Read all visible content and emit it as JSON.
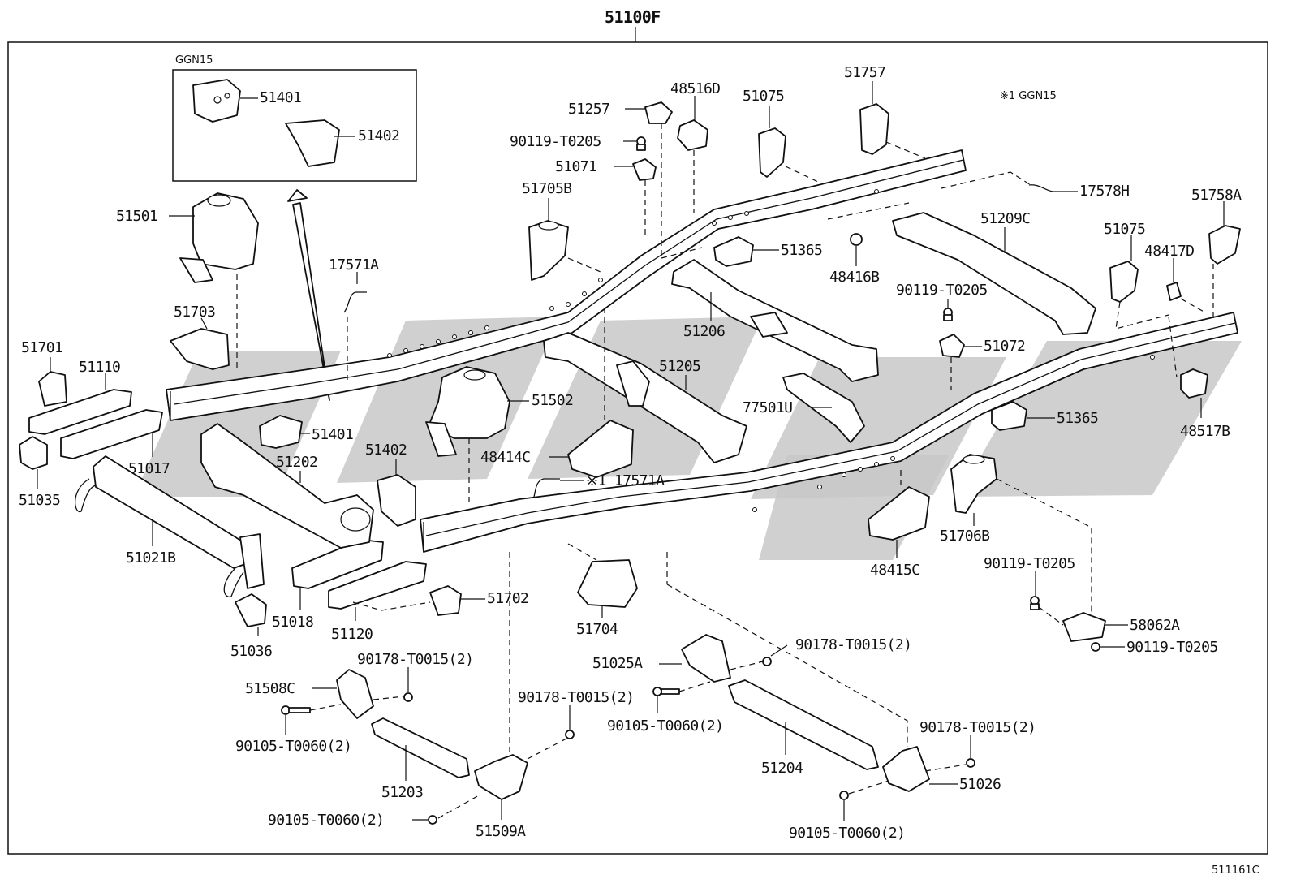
{
  "assembly_number": "51100F",
  "inset_title": "GGN15",
  "note": "※1 GGN15",
  "figure_code": "511161C",
  "labels": {
    "l51401a": "51401",
    "l51402a": "51402",
    "l51501": "51501",
    "l51703": "51703",
    "l51701": "51701",
    "l51110": "51110",
    "l51017": "51017",
    "l51035": "51035",
    "l51021B": "51021B",
    "l51036": "51036",
    "l51018": "51018",
    "l51120": "51120",
    "l51401b": "51401",
    "l51202": "51202",
    "l51402b": "51402",
    "l51702": "51702",
    "l17571Aa": "17571A",
    "l51502": "51502",
    "l51705B": "51705B",
    "l51257": "51257",
    "l90119a": "90119-T0205",
    "l51071": "51071",
    "l48516D": "48516D",
    "l51075a": "51075",
    "l51757": "51757",
    "l48414C": "48414C",
    "l17571Ab": "※1 17571A",
    "l51205": "51205",
    "l51206": "51206",
    "l51365a": "51365",
    "l48416B": "48416B",
    "l51209C": "51209C",
    "l17578H": "17578H",
    "l51758A": "51758A",
    "l51075b": "51075",
    "l48417D": "48417D",
    "l90119b": "90119-T0205",
    "l51072": "51072",
    "l77501U": "77501U",
    "l51365b": "51365",
    "l48517B": "48517B",
    "l51706B": "51706B",
    "l48415C": "48415C",
    "l51704": "51704",
    "l90119c": "90119-T0205",
    "l58062A": "58062A",
    "l90119d": "90119-T0205",
    "l51508C": "51508C",
    "l90178a": "90178-T0015(2)",
    "l90105a": "90105-T0060(2)",
    "l51203": "51203",
    "l90178b": "90178-T0015(2)",
    "l90105b": "90105-T0060(2)",
    "l51509A": "51509A",
    "l51025A": "51025A",
    "l90178c": "90178-T0015(2)",
    "l90105c": "90105-T0060(2)",
    "l51204": "51204",
    "l90178d": "90178-T0015(2)",
    "l51026": "51026",
    "l90105d": "90105-T0060(2)"
  }
}
